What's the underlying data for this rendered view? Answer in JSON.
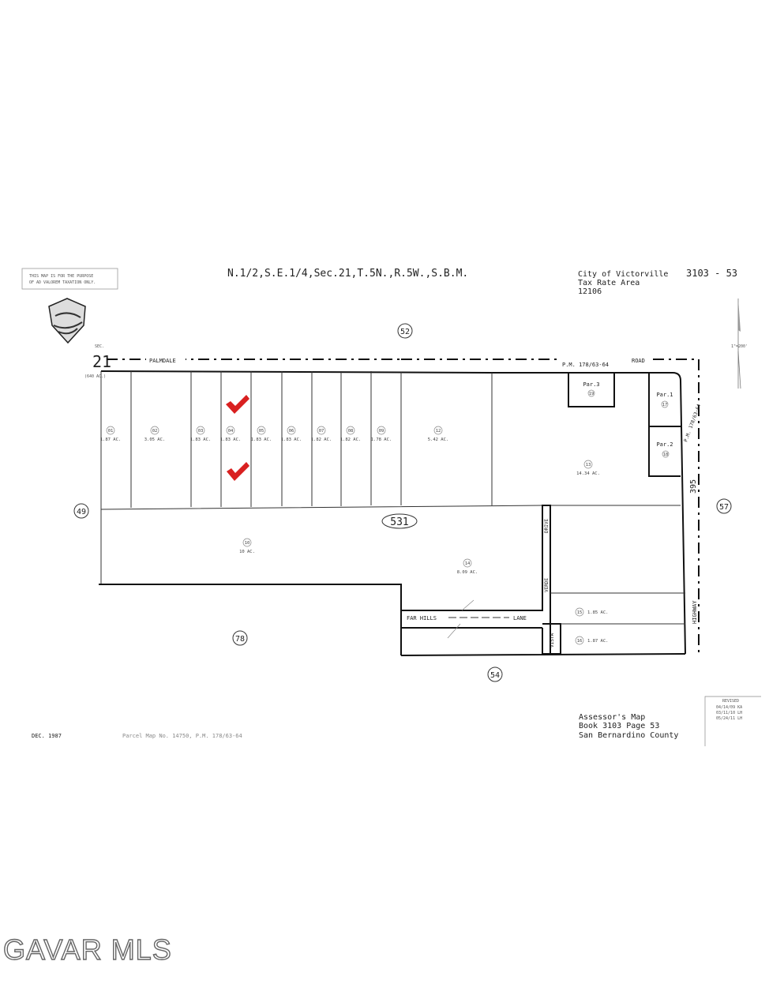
{
  "header": {
    "disclaimer_line1": "THIS MAP IS FOR THE PURPOSE",
    "disclaimer_line2": "OF AD VALOREM TAXATION ONLY.",
    "legal_description": "N.1/2,S.E.1/4,Sec.21,T.5N.,R.5W.,S.B.M.",
    "city": "City of Victorville",
    "tax_rate_area_label": "Tax Rate Area",
    "tax_rate_area": "12106",
    "map_number": "3103 - 53"
  },
  "section": {
    "label": "SEC.",
    "number": "21",
    "acreage": "(640 AC.)"
  },
  "roads": {
    "palmdale": "PALMDALE",
    "road_pm": "P.M. 178/63-64",
    "road": "ROAD",
    "highway_number": "395",
    "highway": "HIGHWAY",
    "highway_pm": "P.M. 178/63-64",
    "far_hills": "FAR HILLS",
    "lane": "LANE",
    "verde": "VERDE",
    "drive": "DRIVE",
    "vista": "VISTA"
  },
  "adjacent_pages": {
    "north": "52",
    "west": "49",
    "east": "57",
    "south_west": "78",
    "south": "54",
    "block": "531"
  },
  "parcels": [
    {
      "num": "01",
      "acres": "1.87 AC."
    },
    {
      "num": "02",
      "acres": "3.05 AC."
    },
    {
      "num": "03",
      "acres": "1.83 AC."
    },
    {
      "num": "04",
      "acres": "1.83 AC."
    },
    {
      "num": "05",
      "acres": "1.83 AC."
    },
    {
      "num": "06",
      "acres": "1.83 AC."
    },
    {
      "num": "07",
      "acres": "1.82 AC."
    },
    {
      "num": "08",
      "acres": "1.82 AC."
    },
    {
      "num": "09",
      "acres": "1.78 AC."
    },
    {
      "num": "12",
      "acres": "5.42 AC."
    },
    {
      "num": "10",
      "acres": "10 AC."
    },
    {
      "num": "14",
      "acres": "8.09 AC."
    },
    {
      "num": "13",
      "acres": "14.34 AC."
    },
    {
      "num": "15",
      "acres": "1.85 AC."
    },
    {
      "num": "16",
      "acres": "1.87 AC."
    }
  ],
  "par_parcels": [
    {
      "label": "Par.3",
      "num": "19"
    },
    {
      "label": "Par.1",
      "num": "17"
    },
    {
      "label": "Par.2",
      "num": "18"
    }
  ],
  "footer": {
    "date": "DEC. 1987",
    "parcel_map": "Parcel Map No. 14750, P.M. 178/63-64",
    "assessor_line1": "Assessor's Map",
    "assessor_line2": "Book 3103 Page 53",
    "assessor_line3": "San Bernardino County",
    "revised_title": "REVISED",
    "revised_dates": [
      "04/14/09 KA",
      "03/11/10 LH",
      "05/24/11 LH"
    ]
  },
  "scale": "1\"=200'",
  "annotations": {
    "checkmark_color": "#d92020",
    "checked_parcels": [
      "04"
    ]
  },
  "watermark": "GAVAR MLS"
}
